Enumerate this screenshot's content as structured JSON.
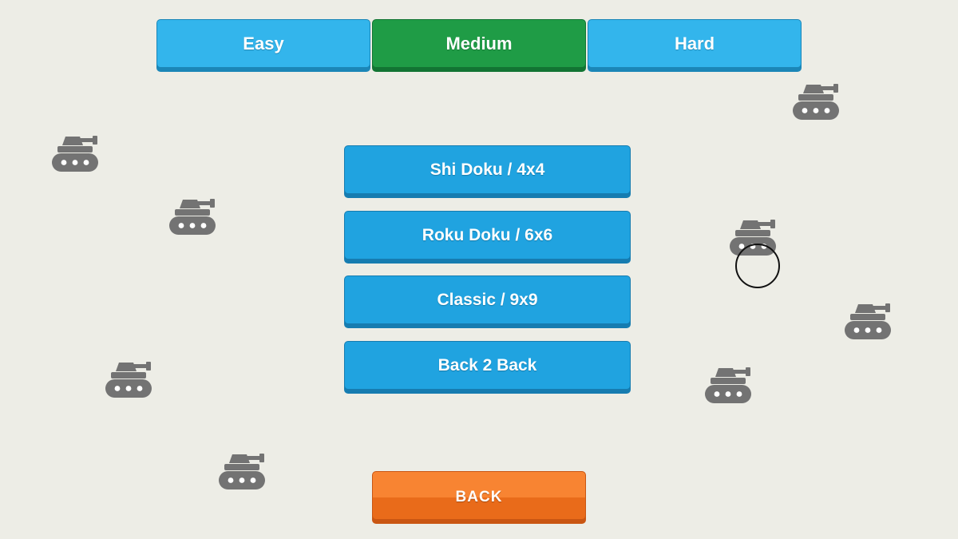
{
  "colors": {
    "background": "#edede6",
    "tab_blue": "#33b5ec",
    "tab_blue_edge": "#1b86b7",
    "tab_selected": "#1f9c46",
    "tab_selected_edge": "#127433",
    "button_blue": "#20a3e0",
    "button_blue_edge": "#167cb0",
    "back_orange_top": "#f88432",
    "back_orange_bottom": "#e96b1a",
    "back_orange_edge": "#c95613",
    "tank_gray": "#737373"
  },
  "difficulty": {
    "selected": "Medium",
    "tabs": [
      {
        "label": "Easy"
      },
      {
        "label": "Medium"
      },
      {
        "label": "Hard"
      }
    ]
  },
  "modes": [
    {
      "label": "Shi Doku / 4x4"
    },
    {
      "label": "Roku Doku / 6x6"
    },
    {
      "label": "Classic / 9x9"
    },
    {
      "label": "Back 2 Back"
    }
  ],
  "back": {
    "label": "BACK"
  },
  "decor": {
    "icon": "tank-icon"
  }
}
